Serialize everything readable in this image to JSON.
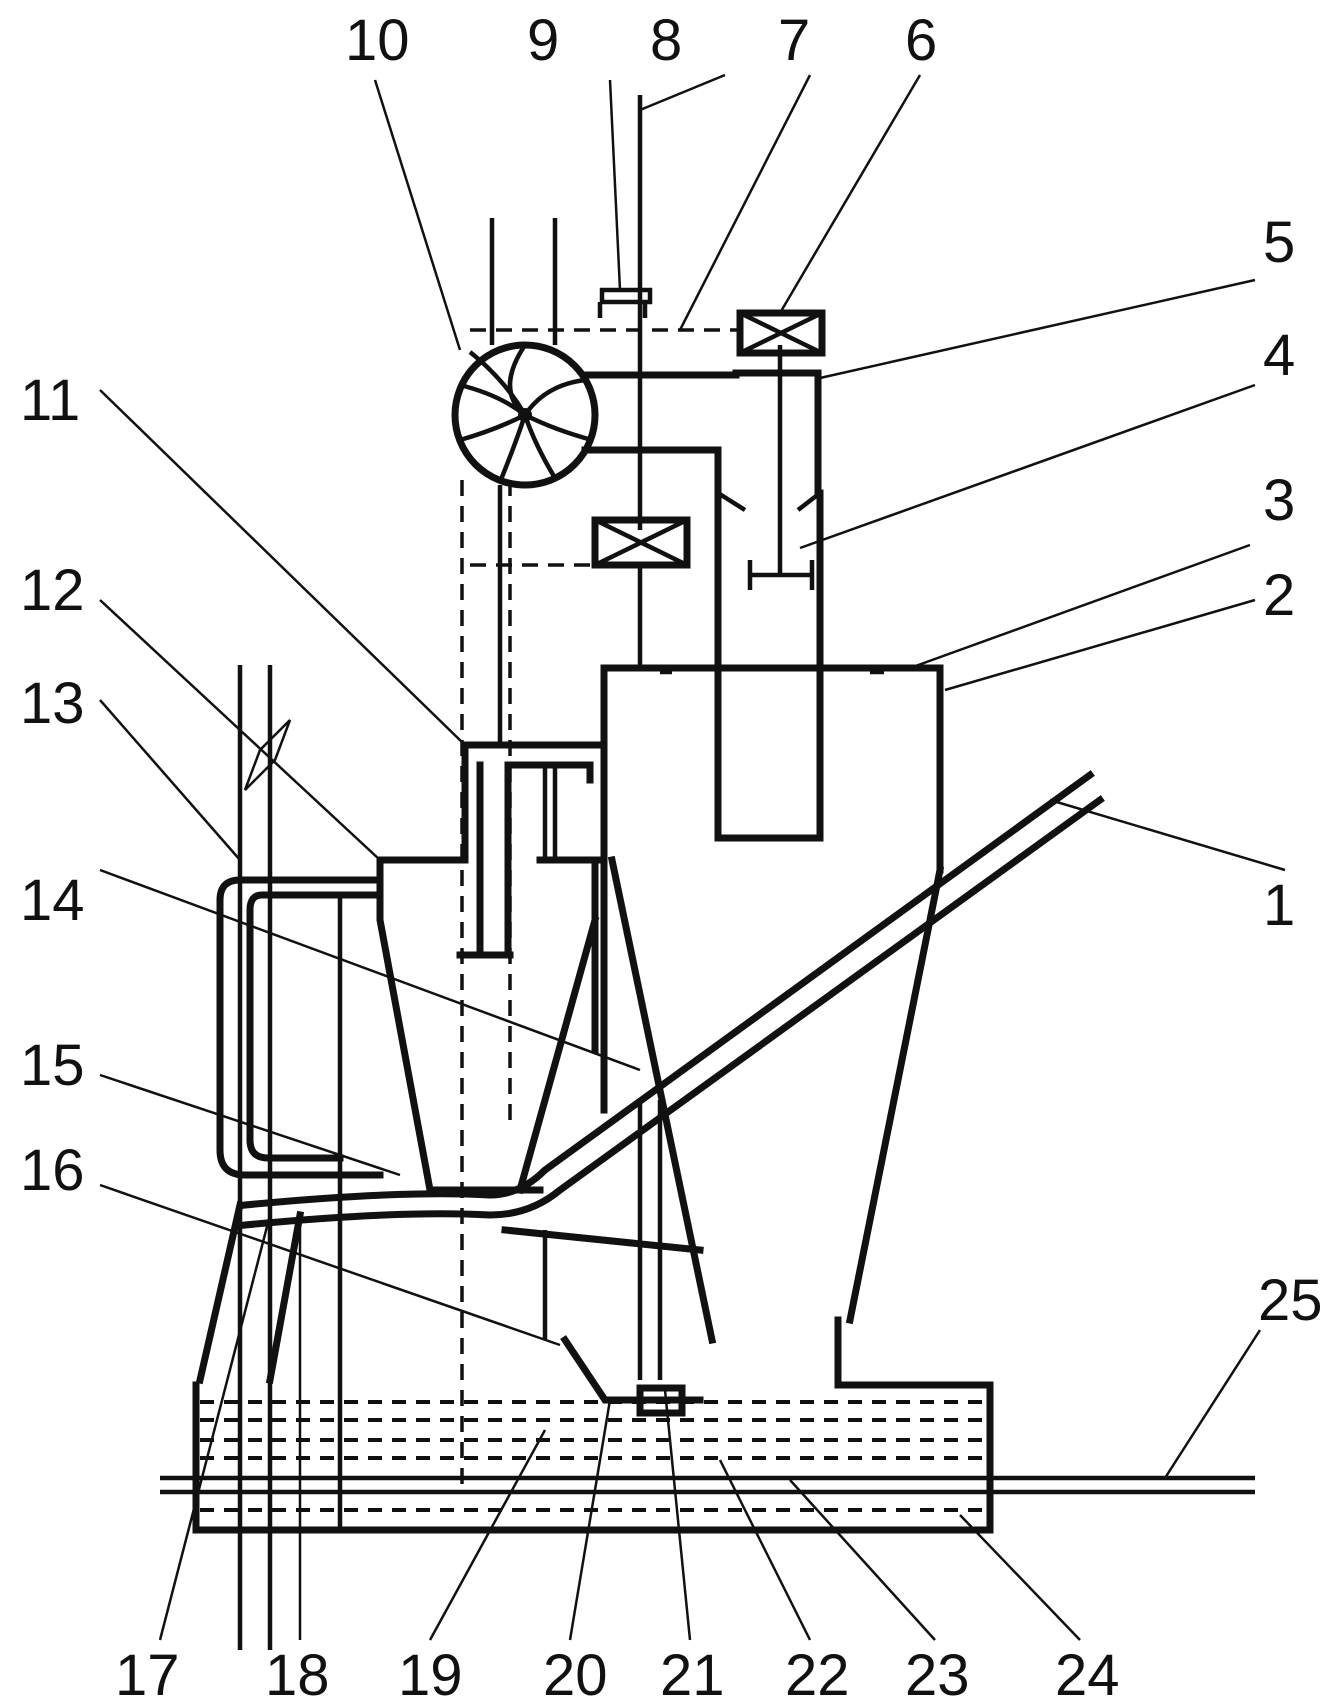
{
  "diagram": {
    "part_numbers": [
      "1",
      "2",
      "3",
      "4",
      "5",
      "6",
      "7",
      "8",
      "9",
      "10",
      "11",
      "12",
      "13",
      "14",
      "15",
      "16",
      "17",
      "18",
      "19",
      "20",
      "21",
      "22",
      "23",
      "24",
      "25"
    ],
    "colors": {
      "ink": "#111111",
      "background": "#ffffff"
    },
    "icons": [
      "fan-impeller-icon",
      "valve-x-icon"
    ]
  }
}
